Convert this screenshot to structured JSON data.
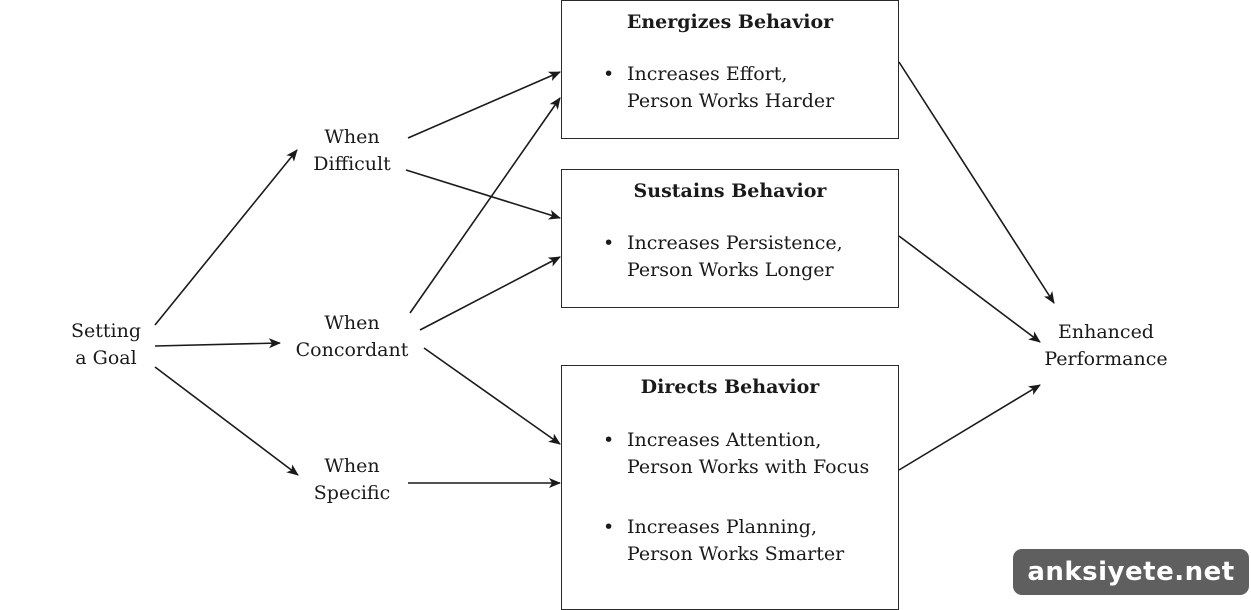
{
  "nodes": {
    "setting_goal": [
      "Setting",
      "a Goal"
    ],
    "when_difficult": [
      "When",
      "Difficult"
    ],
    "when_concordant": [
      "When",
      "Concordant"
    ],
    "when_specific": [
      "When",
      "Specific"
    ],
    "enhanced_performance": [
      "Enhanced",
      "Performance"
    ]
  },
  "boxes": {
    "energizes": {
      "title": "Energizes Behavior",
      "bullets": [
        [
          "Increases Effort,",
          "Person Works Harder"
        ]
      ]
    },
    "sustains": {
      "title": "Sustains Behavior",
      "bullets": [
        [
          "Increases Persistence,",
          "Person Works Longer"
        ]
      ]
    },
    "directs": {
      "title": "Directs Behavior",
      "bullets": [
        [
          "Increases Attention,",
          "Person Works with Focus"
        ],
        [
          "Increases Planning,",
          "Person Works Smarter"
        ]
      ]
    }
  },
  "bullet_symbol": "•",
  "watermark": "anksiyete.net"
}
